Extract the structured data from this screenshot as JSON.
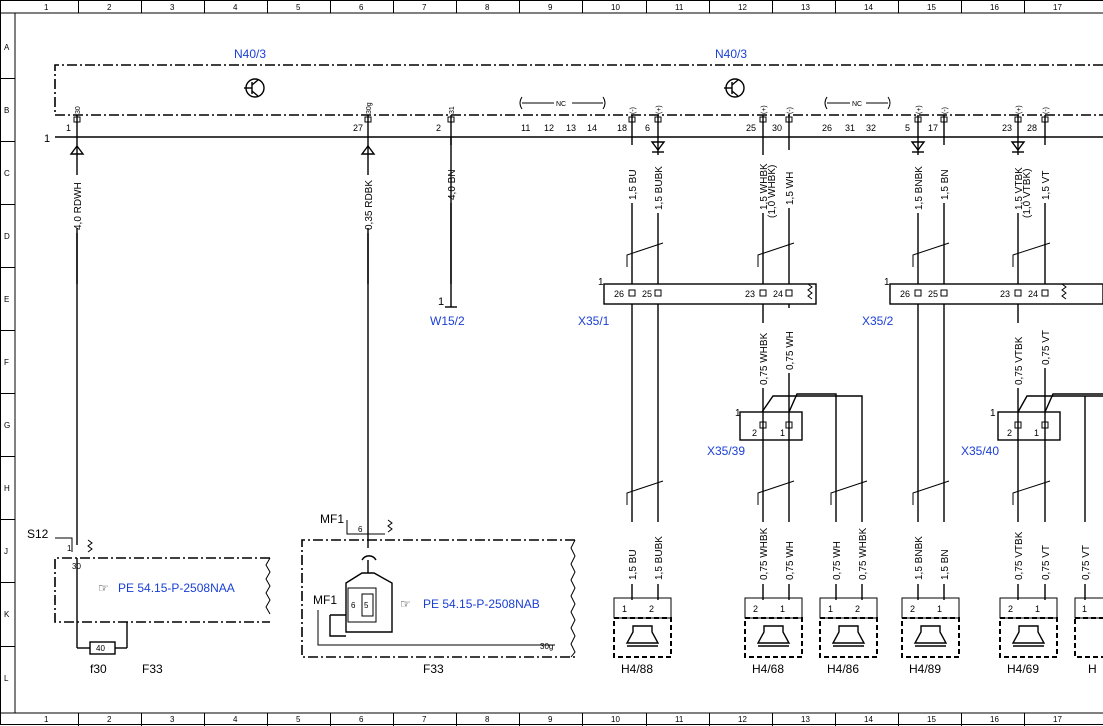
{
  "grid": {
    "columns": [
      "1",
      "2",
      "3",
      "4",
      "5",
      "6",
      "7",
      "8",
      "9",
      "10",
      "11",
      "12",
      "13",
      "14",
      "15",
      "16",
      "17"
    ],
    "rows": [
      "A",
      "B",
      "C",
      "D",
      "E",
      "F",
      "G",
      "H",
      "J",
      "K",
      "L"
    ]
  },
  "modules": {
    "left_title": "N40/3",
    "right_title": "N40/3",
    "nc": "NC",
    "bus_num": "1"
  },
  "pins": {
    "top": [
      "30",
      "30g",
      "31",
      "(-)",
      "(+)",
      "(+)",
      "(-)",
      "(+)",
      "(-)",
      "(+)",
      "(-)"
    ],
    "bottom": [
      "1",
      "27",
      "2",
      "11",
      "12",
      "13",
      "14",
      "18",
      "6",
      "25",
      "30",
      "26",
      "31",
      "32",
      "5",
      "17",
      "23",
      "28"
    ]
  },
  "wires": {
    "rdwh": "4,0 RDWH",
    "rdbk": "0,35 RDBK",
    "bn40": "4,0 BN",
    "w1": [
      "1,5 BU",
      "1,5 BUBK"
    ],
    "w2": [
      "1,5 WHBK",
      "(1,0 WHBK)",
      "1,5 WH"
    ],
    "w3": [
      "1,5 BNBK",
      "1,5 BN"
    ],
    "w4": [
      "1,5 VTBK",
      "(1,0 VTBK)",
      "1,5 VT"
    ],
    "m1": [
      "0,75 WHBK",
      "0,75 WH"
    ],
    "m2": [
      "0,75 VTBK",
      "0,75 VT"
    ],
    "b1": [
      "1,5 BU",
      "1,5 BUBK"
    ],
    "b2": [
      "0,75 WHBK",
      "0,75 WH"
    ],
    "b3": [
      "0,75 WH",
      "0,75 WHBK"
    ],
    "b4": [
      "1,5 BNBK",
      "1,5 BN"
    ],
    "b5": [
      "0,75 VTBK",
      "0,75 VT"
    ],
    "b6": "0,75 VT"
  },
  "connectors": {
    "x35_1": "X35/1",
    "x35_2": "X35/2",
    "x35_39": "X35/39",
    "x35_40": "X35/40",
    "w15_2": "W15/2",
    "pins_a": [
      "26",
      "25",
      "23",
      "24"
    ],
    "pins_b": [
      "2",
      "1"
    ]
  },
  "speakers": [
    "H4/88",
    "H4/68",
    "H4/86",
    "H4/89",
    "H4/69"
  ],
  "left_block": {
    "s12": "S12",
    "pin1": "1",
    "pin30": "30",
    "fuse": "40",
    "f30": "f30",
    "f33": "F33",
    "ref": "PE 54.15-P-2508NAA"
  },
  "mid_block": {
    "mf1_top": "MF1",
    "mf1_side": "MF1",
    "pin6": "6",
    "pin5": "5",
    "pin30g": "30g",
    "f33": "F33",
    "ref": "PE 54.15-P-2508NAB"
  }
}
